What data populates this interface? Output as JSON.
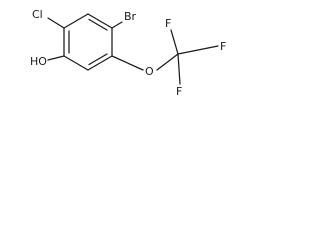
{
  "molecule": {
    "atoms": {
      "bromine": "Br",
      "chlorine": "Cl",
      "hydroxyl": "HO",
      "ether_oxygen": "O",
      "fluorine_top": "F",
      "fluorine_right": "F",
      "fluorine_bottom": "F"
    }
  }
}
